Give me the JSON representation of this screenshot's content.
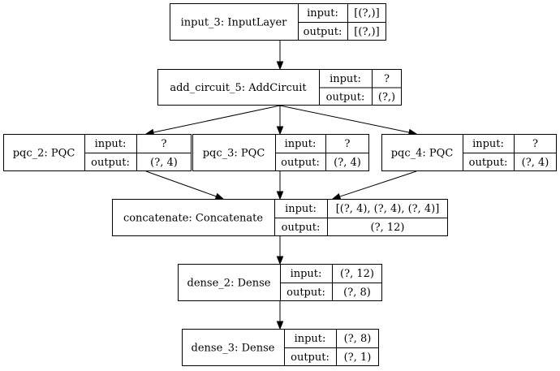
{
  "diagram": {
    "nodes": [
      {
        "id": "input_3",
        "name": "input_3: InputLayer",
        "input_label": "input:",
        "input_value": "[(?,)]",
        "output_label": "output:",
        "output_value": "[(?,)]"
      },
      {
        "id": "add_circuit_5",
        "name": "add_circuit_5: AddCircuit",
        "input_label": "input:",
        "input_value": "?",
        "output_label": "output:",
        "output_value": "(?,)"
      },
      {
        "id": "pqc_2",
        "name": "pqc_2: PQC",
        "input_label": "input:",
        "input_value": "?",
        "output_label": "output:",
        "output_value": "(?, 4)"
      },
      {
        "id": "pqc_3",
        "name": "pqc_3: PQC",
        "input_label": "input:",
        "input_value": "?",
        "output_label": "output:",
        "output_value": "(?, 4)"
      },
      {
        "id": "pqc_4",
        "name": "pqc_4: PQC",
        "input_label": "input:",
        "input_value": "?",
        "output_label": "output:",
        "output_value": "(?, 4)"
      },
      {
        "id": "concatenate",
        "name": "concatenate: Concatenate",
        "input_label": "input:",
        "input_value": "[(?, 4), (?, 4), (?, 4)]",
        "output_label": "output:",
        "output_value": "(?, 12)"
      },
      {
        "id": "dense_2",
        "name": "dense_2: Dense",
        "input_label": "input:",
        "input_value": "(?, 12)",
        "output_label": "output:",
        "output_value": "(?, 8)"
      },
      {
        "id": "dense_3",
        "name": "dense_3: Dense",
        "input_label": "input:",
        "input_value": "(?, 8)",
        "output_label": "output:",
        "output_value": "(?, 1)"
      }
    ],
    "edges": [
      {
        "from": "input_3",
        "to": "add_circuit_5"
      },
      {
        "from": "add_circuit_5",
        "to": "pqc_2"
      },
      {
        "from": "add_circuit_5",
        "to": "pqc_3"
      },
      {
        "from": "add_circuit_5",
        "to": "pqc_4"
      },
      {
        "from": "pqc_2",
        "to": "concatenate"
      },
      {
        "from": "pqc_3",
        "to": "concatenate"
      },
      {
        "from": "pqc_4",
        "to": "concatenate"
      },
      {
        "from": "concatenate",
        "to": "dense_2"
      },
      {
        "from": "dense_2",
        "to": "dense_3"
      }
    ]
  }
}
